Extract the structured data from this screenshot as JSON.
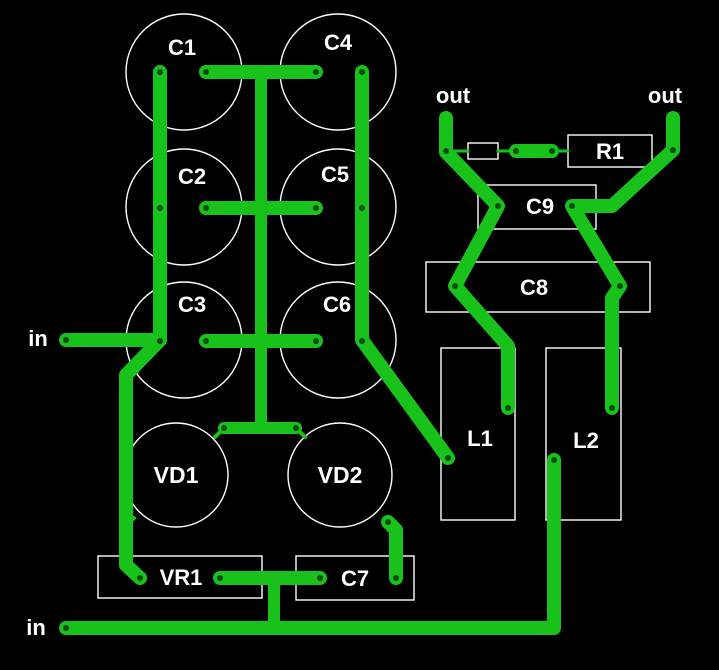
{
  "colors": {
    "background": "#000000",
    "trace": "#19c21b",
    "outline": "#ffffff",
    "text": "#ffffff"
  },
  "labels": {
    "c1": "C1",
    "c2": "C2",
    "c3": "C3",
    "c4": "C4",
    "c5": "C5",
    "c6": "C6",
    "c7": "C7",
    "c8": "C8",
    "c9": "C9",
    "vd1": "VD1",
    "vd2": "VD2",
    "vr1": "VR1",
    "r1": "R1",
    "l1": "L1",
    "l2": "L2",
    "in_top": "in",
    "in_bottom": "in",
    "out_left": "out",
    "out_right": "out"
  }
}
